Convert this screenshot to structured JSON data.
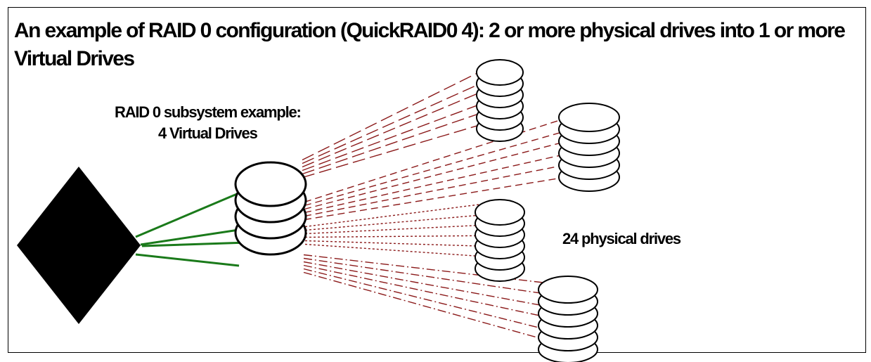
{
  "title": "An example of RAID 0 configuration (QuickRAID0 4): 2 or more physical drives into 1 or more Virtual Drives",
  "subsystem_label": {
    "line1": "RAID 0 subsystem example:",
    "line2": "4 Virtual Drives"
  },
  "physical_label": "24 physical drives",
  "colors": {
    "frame": "#000000",
    "host_fill": "#000000",
    "host_link": "#1a7a1a",
    "drive_link": "#8b1a1a",
    "disk_stroke": "#000000",
    "disk_fill": "#ffffff"
  },
  "virtual_drive_count": 4,
  "physical_drive_stacks": [
    {
      "disks": 6,
      "link_style": "long-dash"
    },
    {
      "disks": 6,
      "link_style": "dash"
    },
    {
      "disks": 6,
      "link_style": "dot"
    },
    {
      "disks": 6,
      "link_style": "dash-dot"
    }
  ]
}
